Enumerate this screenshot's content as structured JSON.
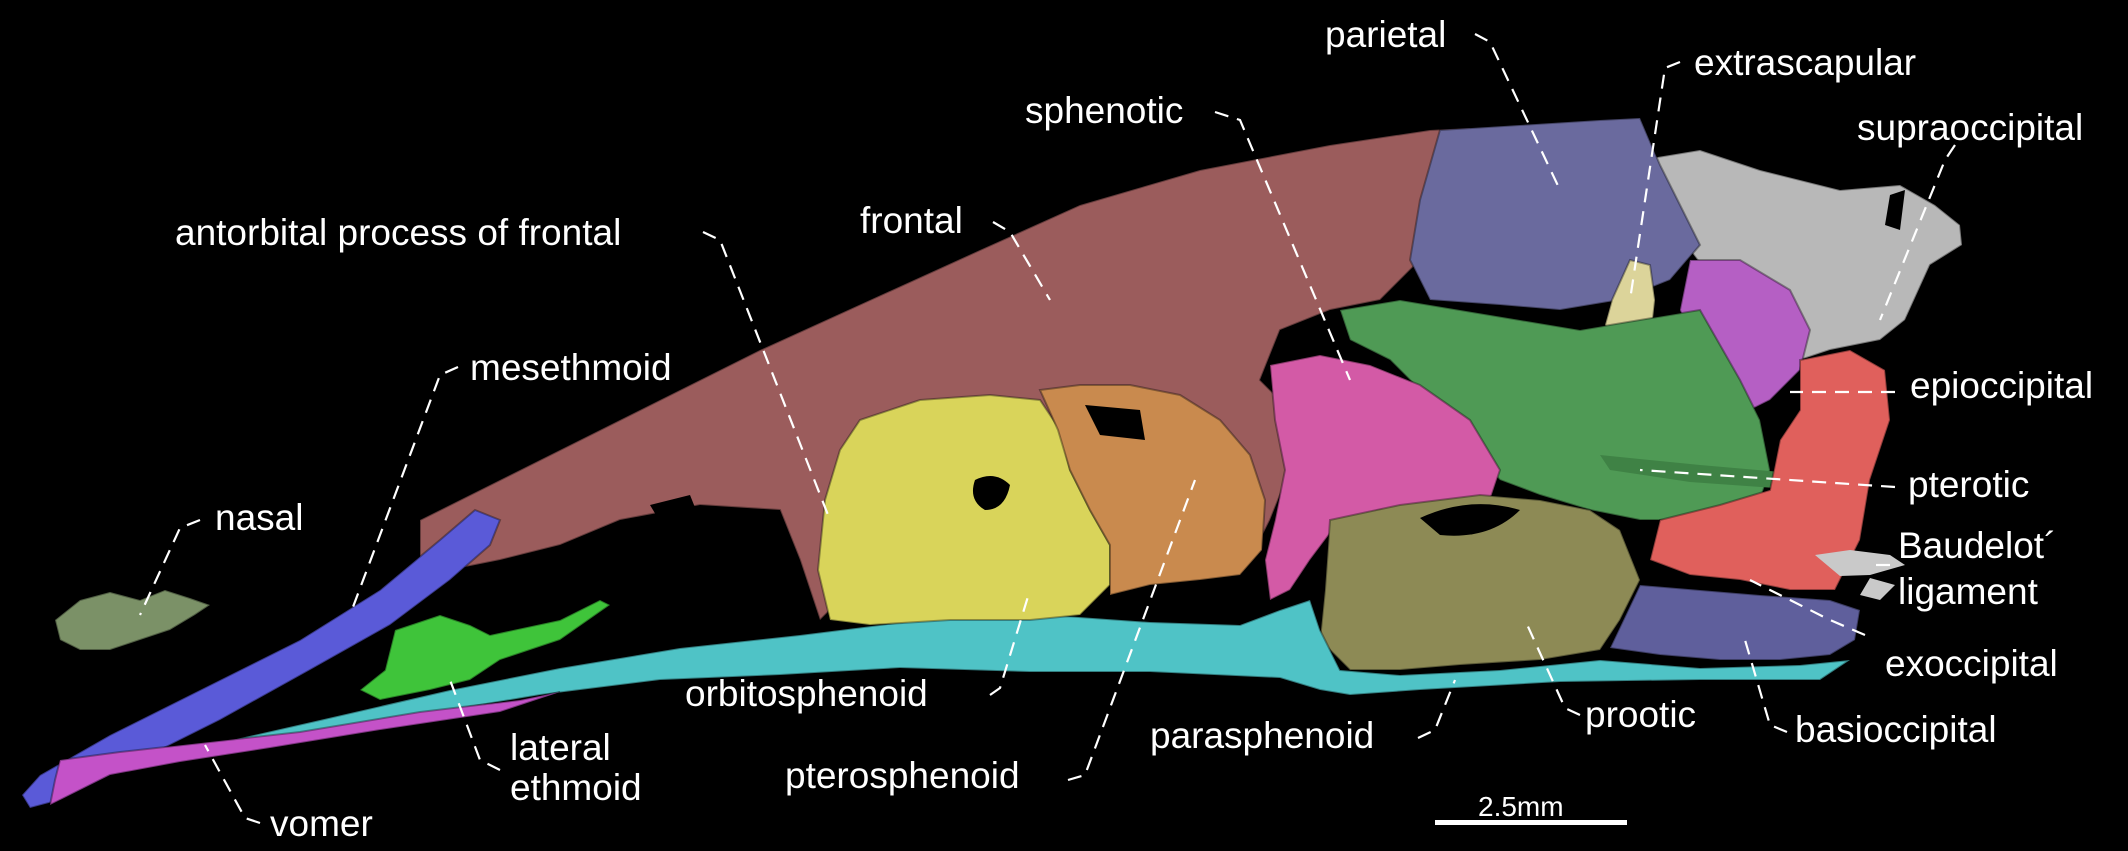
{
  "colors": {
    "background": "#000000",
    "frontal": "#9b5c5c",
    "parietal": "#6a6a9e",
    "supraoccipital": "#b8b8b8",
    "extrascapular": "#dcd49a",
    "epioccipital": "#b55fc4",
    "sphenotic": "#d35aa6",
    "pterotic": "#4f9a55",
    "exoccipital": "#e0605c",
    "basioccipital": "#5f5f9c",
    "prootic": "#8d8a55",
    "parasphenoid": "#4fc3c6",
    "orbitosphenoid": "#d9d45a",
    "pterosphenoid": "#c98a4e",
    "mesethmoid": "#5a5ad8",
    "lateral_ethmoid": "#3fc43a",
    "vomer": "#c452c8",
    "nasal": "#7b9167",
    "ligament": "#c9c9c9"
  },
  "labels": {
    "parietal": "parietal",
    "extrascapular": "extrascapular",
    "sphenotic": "sphenotic",
    "supraoccipital": "supraoccipital",
    "antorbital_process": "antorbital process of frontal",
    "frontal": "frontal",
    "mesethmoid": "mesethmoid",
    "epioccipital": "epioccipital",
    "nasal": "nasal",
    "pterotic": "pterotic",
    "baudelot_line1": "Baudelot´",
    "baudelot_line2": "ligament",
    "exoccipital": "exoccipital",
    "orbitosphenoid": "orbitosphenoid",
    "lateral_ethmoid_line1": "lateral",
    "lateral_ethmoid_line2": "ethmoid",
    "parasphenoid": "parasphenoid",
    "prootic": "prootic",
    "basioccipital": "basioccipital",
    "pterosphenoid": "pterosphenoid",
    "vomer": "vomer"
  },
  "scale_bar": {
    "label": "2.5mm"
  }
}
